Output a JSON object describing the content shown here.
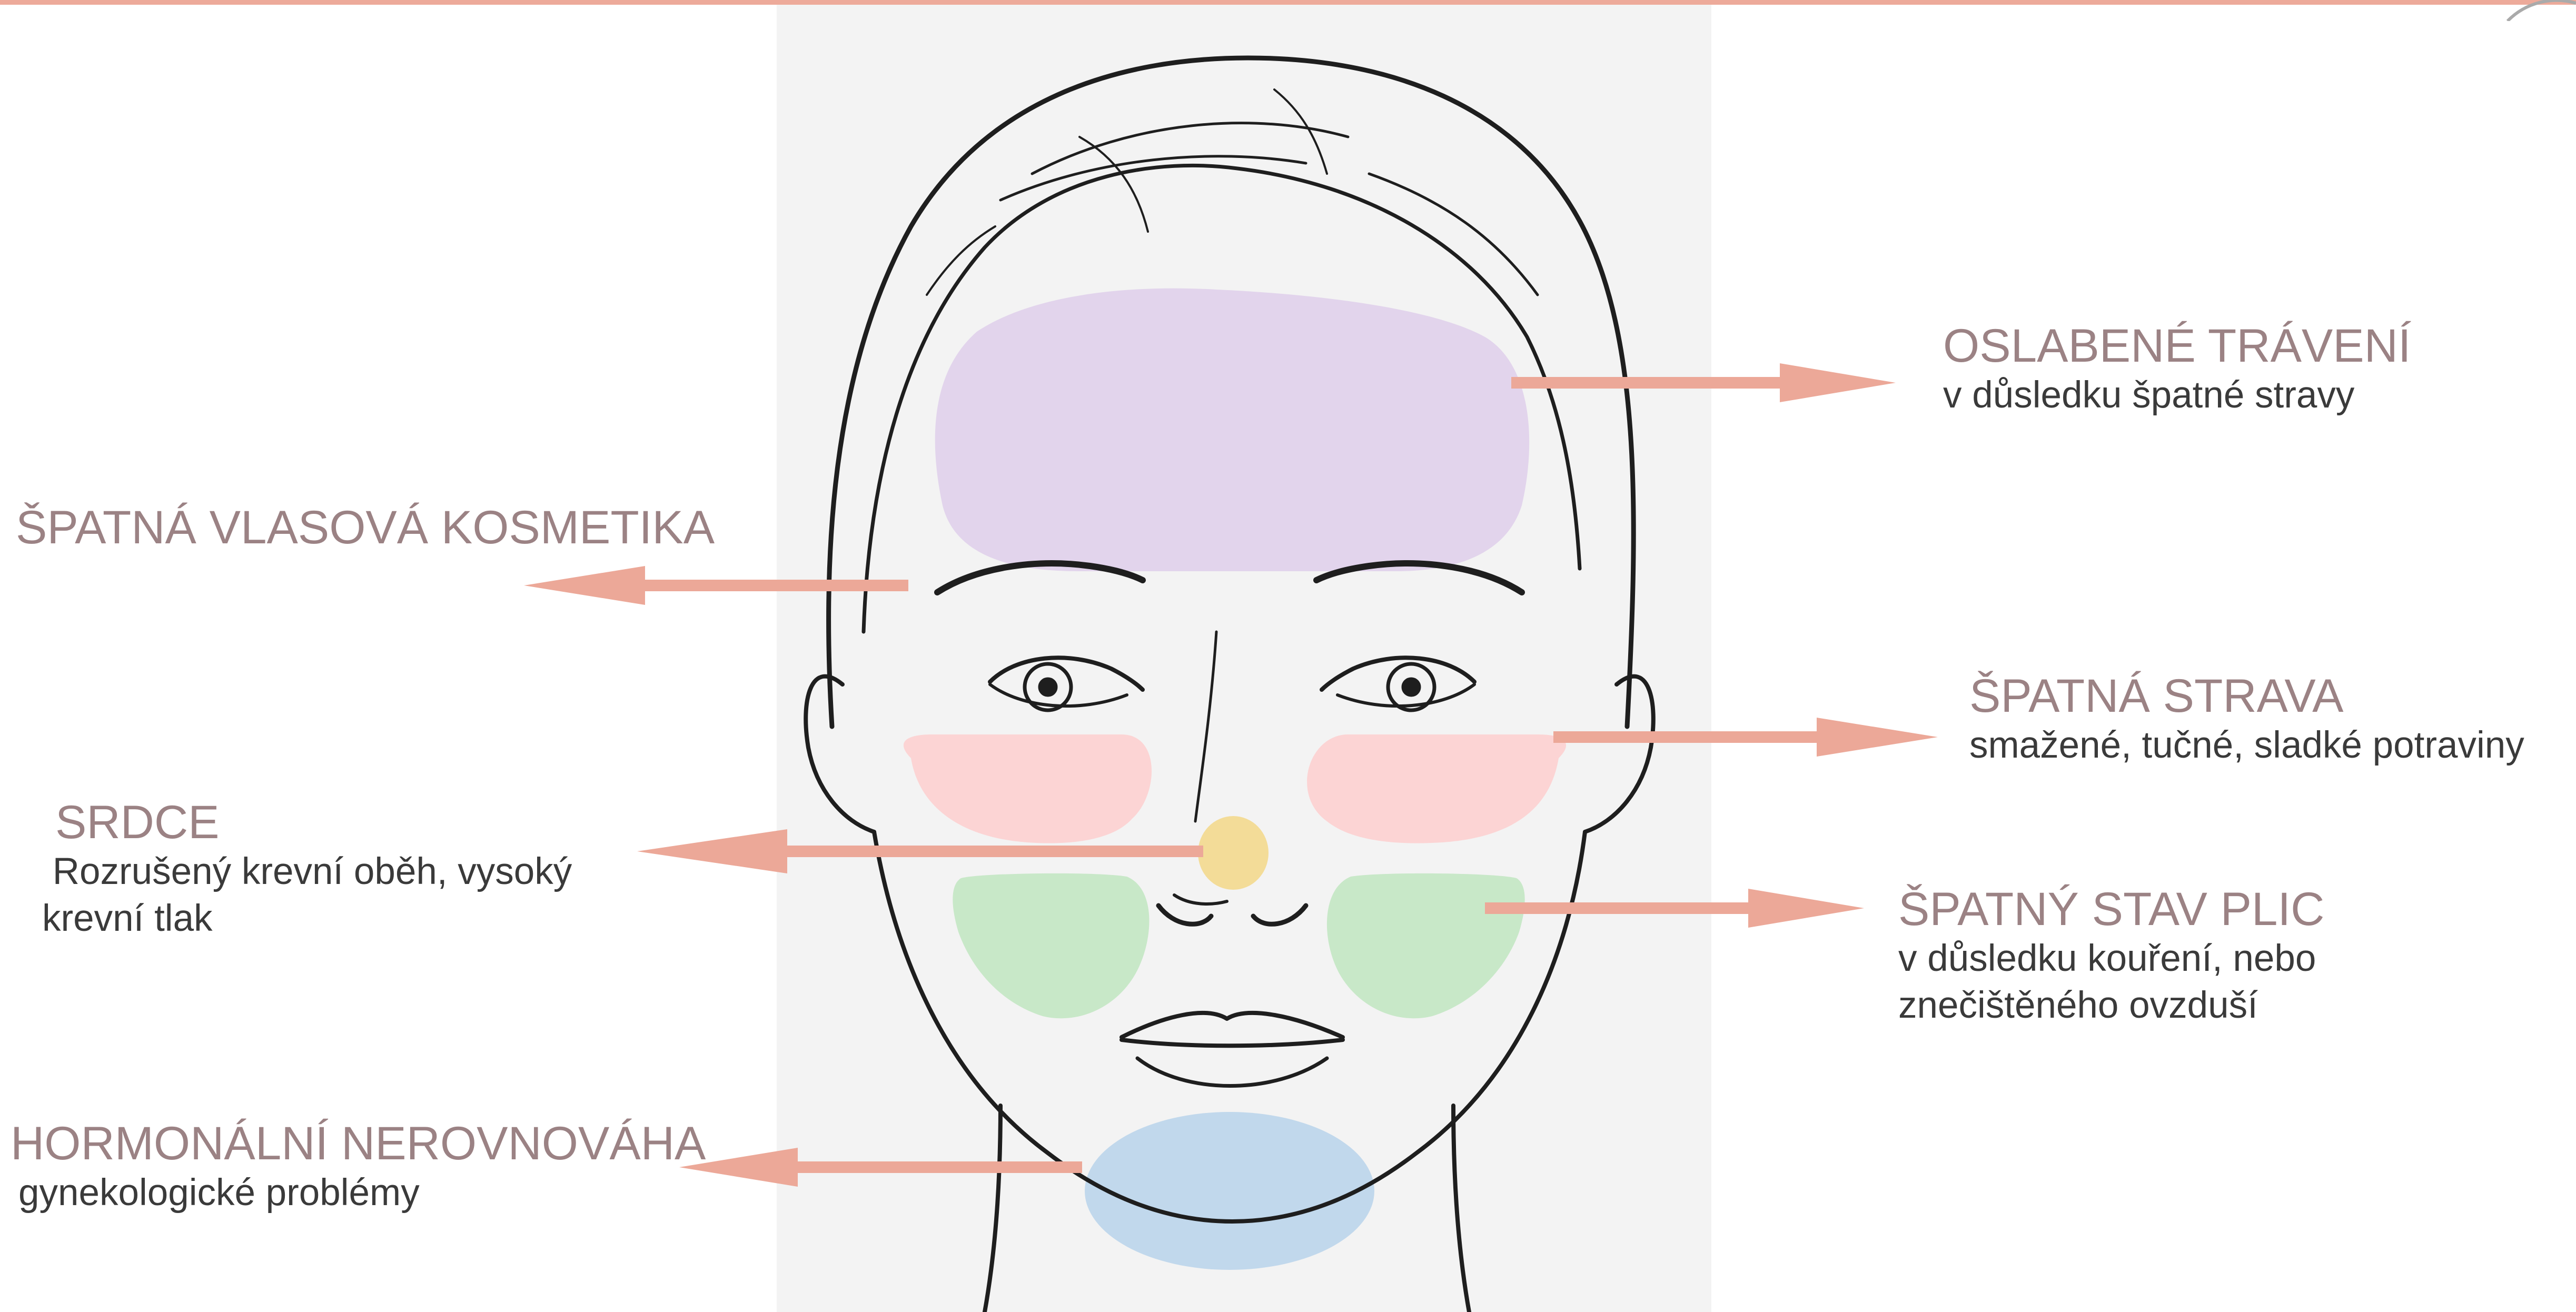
{
  "colors": {
    "arrow": "#eca898",
    "title_text": "#9b8284",
    "body_text": "#3a3a3a",
    "zone_forehead": "#e2d4ec",
    "zone_cheeks_upper": "#fcd4d4",
    "zone_nose": "#f3dc98",
    "zone_cheeks_lower": "#c8e8c8",
    "zone_chin": "#c1d8ec",
    "top_bar": "#edaa9a"
  },
  "zones": [
    {
      "id": "forehead",
      "title": "OSLABENÉ TRÁVENÍ",
      "desc": [
        "v důsledku špatné stravy"
      ]
    },
    {
      "id": "hairline",
      "title": "ŠPATNÁ VLASOVÁ KOSMETIKA",
      "desc": []
    },
    {
      "id": "cheeks-upper",
      "title": "ŠPATNÁ STRAVA",
      "desc": [
        "smažené, tučné, sladké potraviny"
      ]
    },
    {
      "id": "nose",
      "title": "SRDCE",
      "desc": [
        " Rozrušený krevní oběh, vysoký",
        "krevní tlak"
      ]
    },
    {
      "id": "cheeks-lower",
      "title": "ŠPATNÝ STAV PLIC",
      "desc": [
        "v důsledku kouření, nebo",
        "znečištěného ovzduší"
      ]
    },
    {
      "id": "chin",
      "title": "HORMONÁLNÍ NEROVNOVÁHA",
      "desc": [
        "gynekologické problémy"
      ]
    }
  ]
}
